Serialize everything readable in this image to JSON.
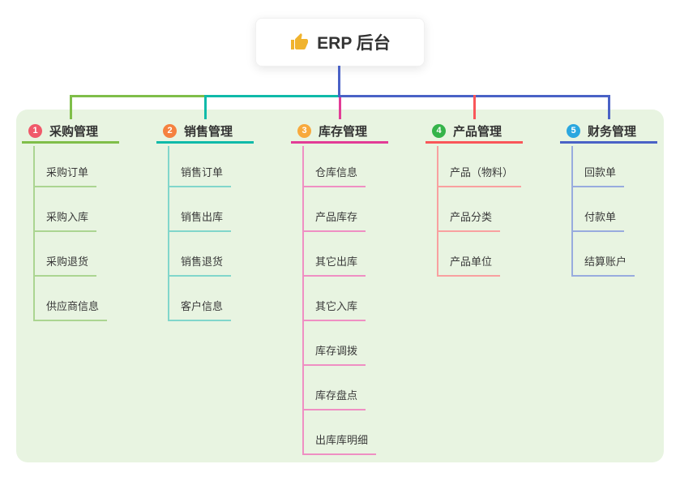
{
  "root": {
    "title": "ERP 后台",
    "icon": "thumbs-up-icon",
    "icon_color": "#f0b32e"
  },
  "colors": {
    "canvas_bg": "#ffffff",
    "panel_bg": "#e8f4e1",
    "root_connector": "#4a62c6",
    "text": "#333333",
    "child_text": "#3a3a3a"
  },
  "branches": [
    {
      "index": "1",
      "label": "采购管理",
      "badge_color": "#f0596a",
      "line_color": "#7fbe49",
      "light_color": "#abd591",
      "children": [
        "采购订单",
        "采购入库",
        "采购退货",
        "供应商信息"
      ]
    },
    {
      "index": "2",
      "label": "销售管理",
      "badge_color": "#f5813f",
      "line_color": "#0fbaa9",
      "light_color": "#81d6cb",
      "children": [
        "销售订单",
        "销售出库",
        "销售退货",
        "客户信息"
      ]
    },
    {
      "index": "3",
      "label": "库存管理",
      "badge_color": "#f8a93c",
      "line_color": "#e23c96",
      "light_color": "#ef8fc3",
      "children": [
        "仓库信息",
        "产品库存",
        "其它出库",
        "其它入库",
        "库存调拨",
        "库存盘点",
        "出库库明细"
      ]
    },
    {
      "index": "4",
      "label": "产品管理",
      "badge_color": "#35b44a",
      "line_color": "#f95659",
      "light_color": "#f9a0a0",
      "children": [
        "产品（物料）",
        "产品分类",
        "产品单位"
      ]
    },
    {
      "index": "5",
      "label": "财务管理",
      "badge_color": "#2aa7df",
      "line_color": "#4a62c6",
      "light_color": "#98abde",
      "children": [
        "回款单",
        "付款单",
        "结算账户"
      ]
    }
  ]
}
